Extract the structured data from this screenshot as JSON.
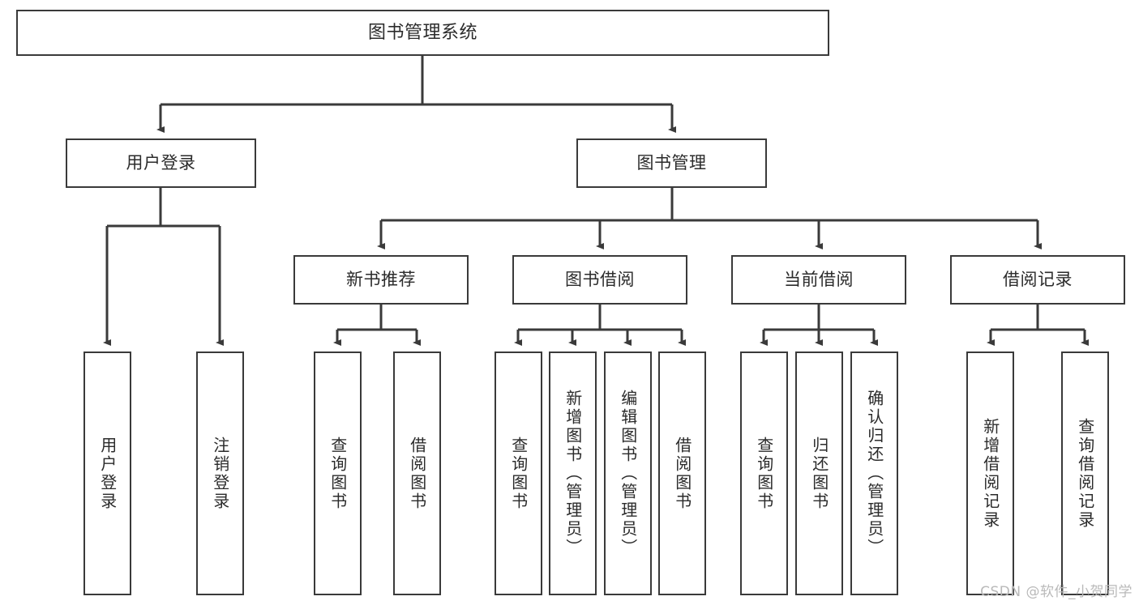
{
  "diagram": {
    "title": "图书管理系统",
    "watermark": "CSDN @软件_小贺同学",
    "line_color": "#3a3a3a",
    "box_border_color": "#3a3a3a",
    "box_fill_color": "#ffffff",
    "text_color": "#2b2b2b",
    "background_color": "#ffffff"
  },
  "nodes": {
    "root": {
      "label": "图书管理系统"
    },
    "level2": [
      {
        "id": "user-login",
        "label": "用户登录"
      },
      {
        "id": "book-management",
        "label": "图书管理"
      }
    ],
    "level3": [
      {
        "id": "new-book-recommend",
        "label": "新书推荐"
      },
      {
        "id": "book-borrow",
        "label": "图书借阅"
      },
      {
        "id": "current-borrow",
        "label": "当前借阅"
      },
      {
        "id": "borrow-record",
        "label": "借阅记录"
      }
    ],
    "leaves": {
      "user_login": [
        {
          "id": "leaf-user-login",
          "label": "用户登录"
        },
        {
          "id": "leaf-logout-login",
          "label": "注销登录"
        }
      ],
      "new_book_recommend": [
        {
          "id": "leaf-query-book-1",
          "label": "查询图书"
        },
        {
          "id": "leaf-borrow-book-1",
          "label": "借阅图书"
        }
      ],
      "book_borrow": [
        {
          "id": "leaf-query-book-2",
          "label": "查询图书"
        },
        {
          "id": "leaf-add-book-admin",
          "label": "新增图书（管理员）"
        },
        {
          "id": "leaf-edit-book-admin",
          "label": "编辑图书（管理员）"
        },
        {
          "id": "leaf-borrow-book-2",
          "label": "借阅图书"
        }
      ],
      "current_borrow": [
        {
          "id": "leaf-query-book-3",
          "label": "查询图书"
        },
        {
          "id": "leaf-return-book",
          "label": "归还图书"
        },
        {
          "id": "leaf-confirm-return-admin",
          "label": "确认归还（管理员）"
        }
      ],
      "borrow_record": [
        {
          "id": "leaf-add-borrow-record",
          "label": "新增借阅记录"
        },
        {
          "id": "leaf-query-borrow-record",
          "label": "查询借阅记录"
        }
      ]
    }
  }
}
